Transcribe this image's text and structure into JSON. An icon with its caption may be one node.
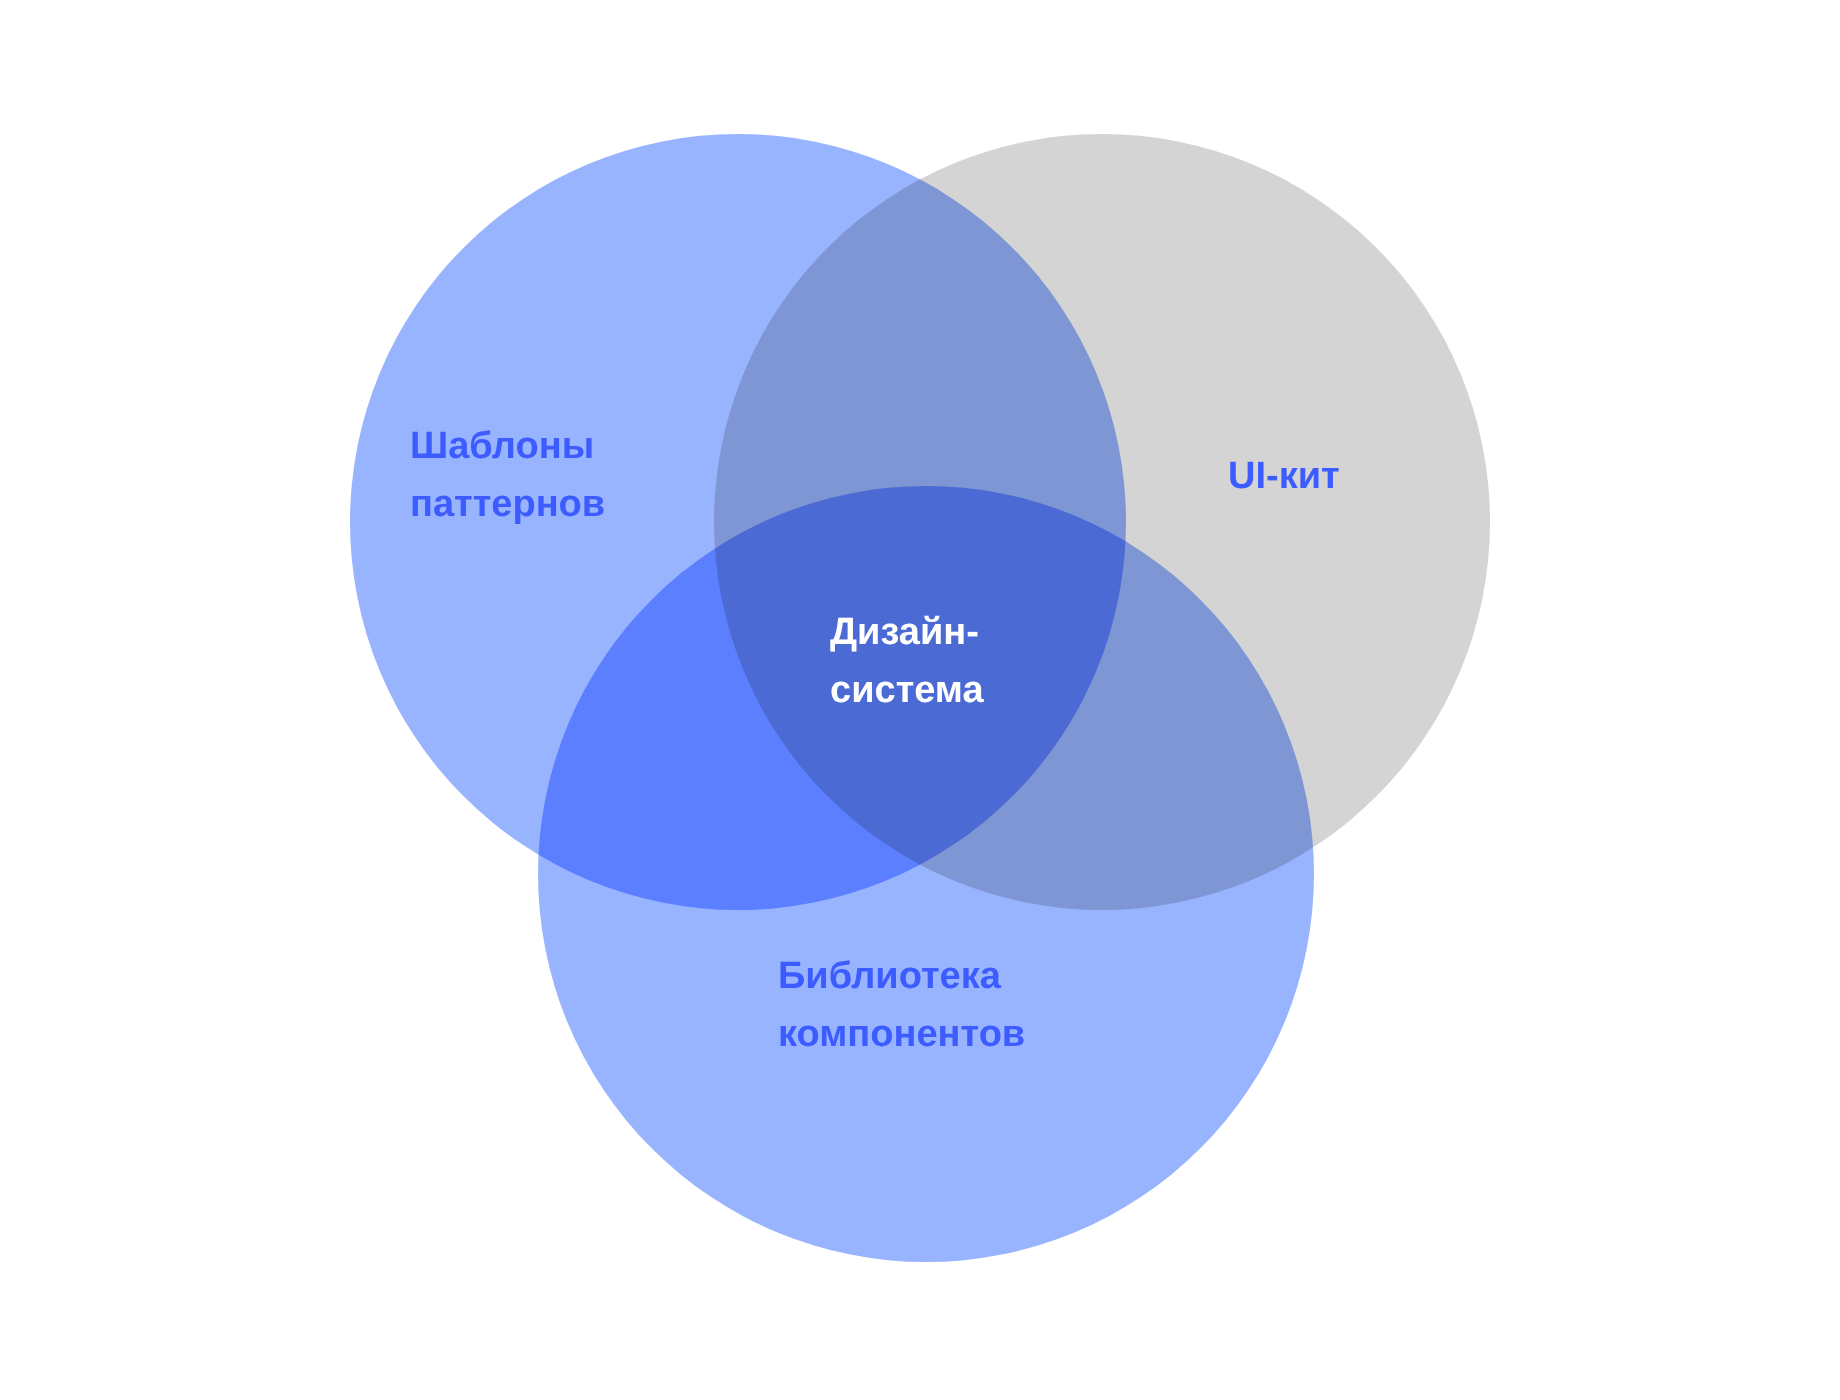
{
  "diagram": {
    "nodes": [
      {
        "text": [
          "Шаблоны паттернов"
        ]
      },
      {
        "text": [
          "UI-кит"
        ]
      },
      {
        "text": [
          "Библиотека компонентов"
        ]
      }
    ],
    "labels": [
      "Дизайн-система"
    ]
  }
}
